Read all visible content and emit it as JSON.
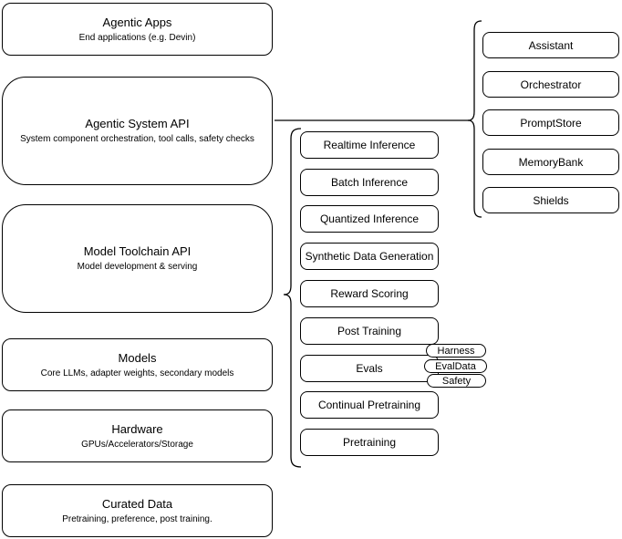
{
  "diagram": {
    "left_column": [
      {
        "title": "Agentic Apps",
        "subtitle": "End applications (e.g. Devin)"
      },
      {
        "title": "Agentic System API",
        "subtitle": "System component orchestration, tool calls, safety checks"
      },
      {
        "title": "Model Toolchain API",
        "subtitle": "Model development & serving"
      },
      {
        "title": "Models",
        "subtitle": "Core LLMs, adapter weights, secondary models"
      },
      {
        "title": "Hardware",
        "subtitle": "GPUs/Accelerators/Storage"
      },
      {
        "title": "Curated Data",
        "subtitle": "Pretraining, preference, post training."
      }
    ],
    "toolchain_items": [
      "Realtime Inference",
      "Batch Inference",
      "Quantized Inference",
      "Synthetic Data Generation",
      "Reward Scoring",
      "Post Training",
      "Evals",
      "Continual Pretraining",
      "Pretraining"
    ],
    "eval_tags": [
      "Harness",
      "EvalData",
      "Safety"
    ],
    "system_components": [
      "Assistant",
      "Orchestrator",
      "PromptStore",
      "MemoryBank",
      "Shields"
    ],
    "colors": {
      "stroke": "#000000",
      "fill": "#ffffff",
      "background": "#ffffff"
    }
  }
}
